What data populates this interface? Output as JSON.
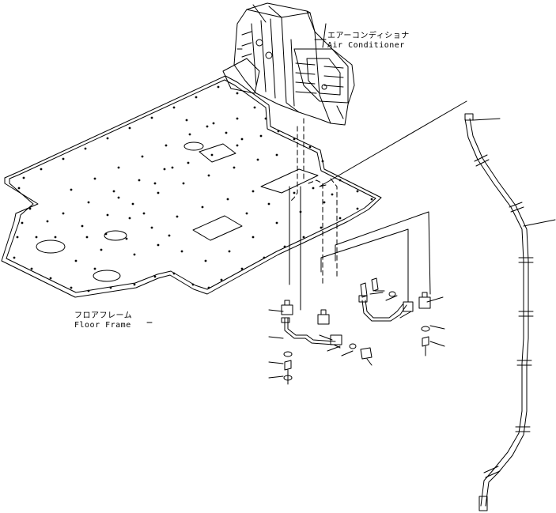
{
  "labels": {
    "air_conditioner_jp": "エアーコンディショナ",
    "air_conditioner_en": "Air Conditioner",
    "floor_frame_jp": "フロアフレーム",
    "floor_frame_en": "Floor Frame"
  },
  "colors": {
    "line": "#000000",
    "background": "#ffffff"
  }
}
